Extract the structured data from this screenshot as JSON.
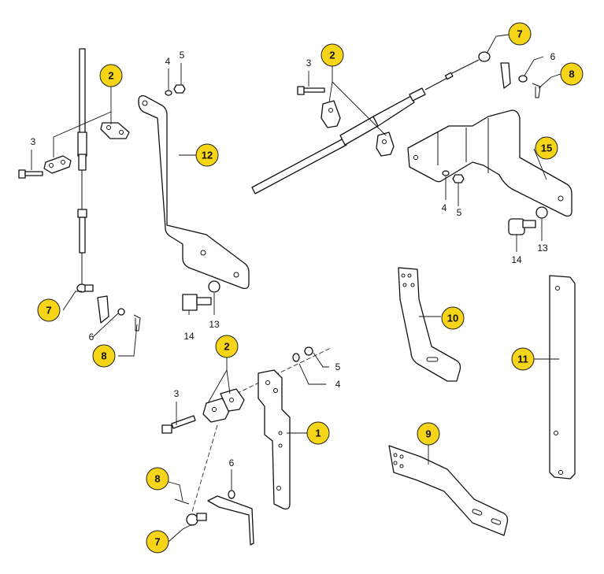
{
  "callouts": {
    "tl_2": "2",
    "tl_12": "12",
    "tl_7": "7",
    "tl_8": "8",
    "tr_2": "2",
    "tr_7": "7",
    "tr_8": "8",
    "tr_15": "15",
    "m_10": "10",
    "m_11": "11",
    "m_9": "9",
    "b_2": "2",
    "b_1": "1",
    "b_8": "8",
    "b_7": "7"
  },
  "labels": {
    "tl_3": "3",
    "tl_4": "4",
    "tl_5": "5",
    "tl_6": "6",
    "tl_13": "13",
    "tl_14": "14",
    "tr_3": "3",
    "tr_6": "6",
    "tr_4": "4",
    "tr_5": "5",
    "tr_14": "14",
    "tr_13": "13",
    "b_3": "3",
    "b_5": "5",
    "b_4": "4",
    "b_6": "6"
  },
  "colors": {
    "callout_fill": "#f6d417",
    "line": "#111111",
    "background": "#ffffff"
  }
}
